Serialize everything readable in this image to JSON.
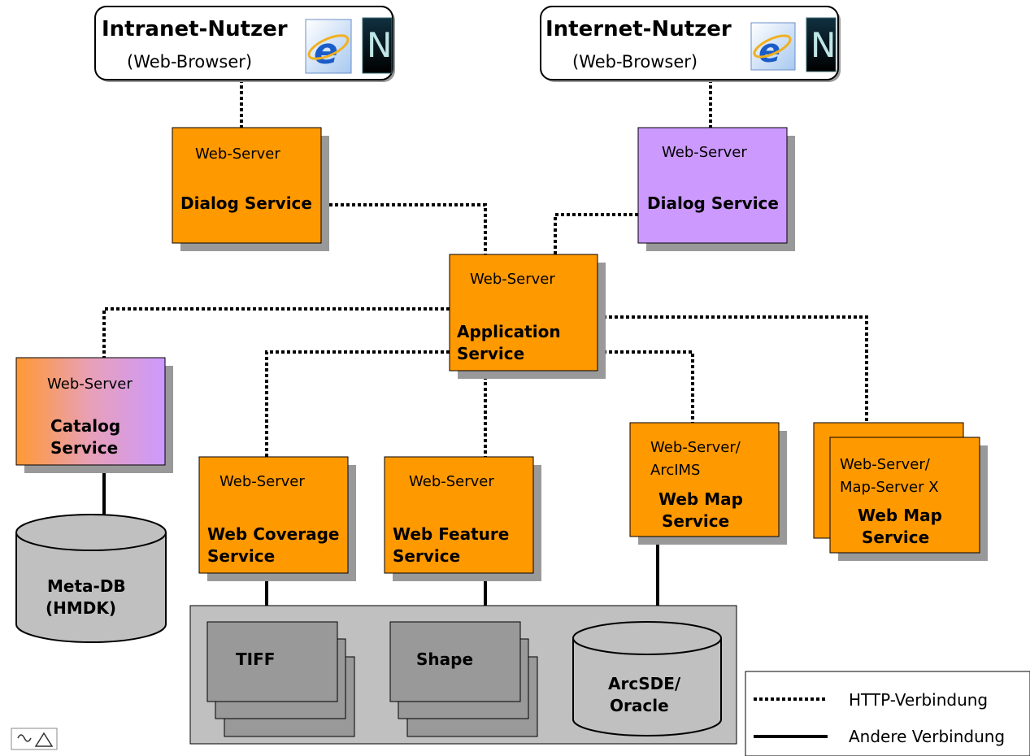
{
  "users": {
    "intranet": {
      "title": "Intranet-Nutzer",
      "subtitle": "(Web-Browser)"
    },
    "internet": {
      "title": "Internet-Nutzer",
      "subtitle": "(Web-Browser)"
    }
  },
  "browser_icons": [
    "ie-logo-icon",
    "netscape-logo-icon"
  ],
  "nodes": {
    "dialog_intranet": {
      "line1": "Web-Server",
      "line2": "Dialog Service"
    },
    "dialog_internet": {
      "line1": "Web-Server",
      "line2": "Dialog Service"
    },
    "application": {
      "line1": "Web-Server",
      "line2": "Application",
      "line3": "Service"
    },
    "catalog": {
      "line1": "Web-Server",
      "line2": "Catalog",
      "line3": "Service"
    },
    "wcs": {
      "line1": "Web-Server",
      "line2": "Web Coverage",
      "line3": "Service"
    },
    "wfs": {
      "line1": "Web-Server",
      "line2": "Web Feature",
      "line3": "Service"
    },
    "wms_arcims": {
      "line1": "Web-Server/",
      "line2": "ArcIMS",
      "line3": "Web Map",
      "line4": "Service"
    },
    "wms_x": {
      "line1": "Web-Server/",
      "line2": "Map-Server X",
      "line3": "Web Map",
      "line4": "Service"
    }
  },
  "storage": {
    "metadb": {
      "line1": "Meta-DB",
      "line2": "(HMDK)"
    },
    "tiff": "TIFF",
    "shape": "Shape",
    "arcsde": {
      "line1": "ArcSDE/",
      "line2": "Oracle"
    }
  },
  "legend": {
    "http": "HTTP-Verbindung",
    "other": "Andere Verbindung"
  },
  "colors": {
    "orange": "#FF9900",
    "purple": "#CC99FF",
    "gray_box": "#C0C0C0",
    "gray_data": "#999999",
    "shadow": "#999999"
  }
}
